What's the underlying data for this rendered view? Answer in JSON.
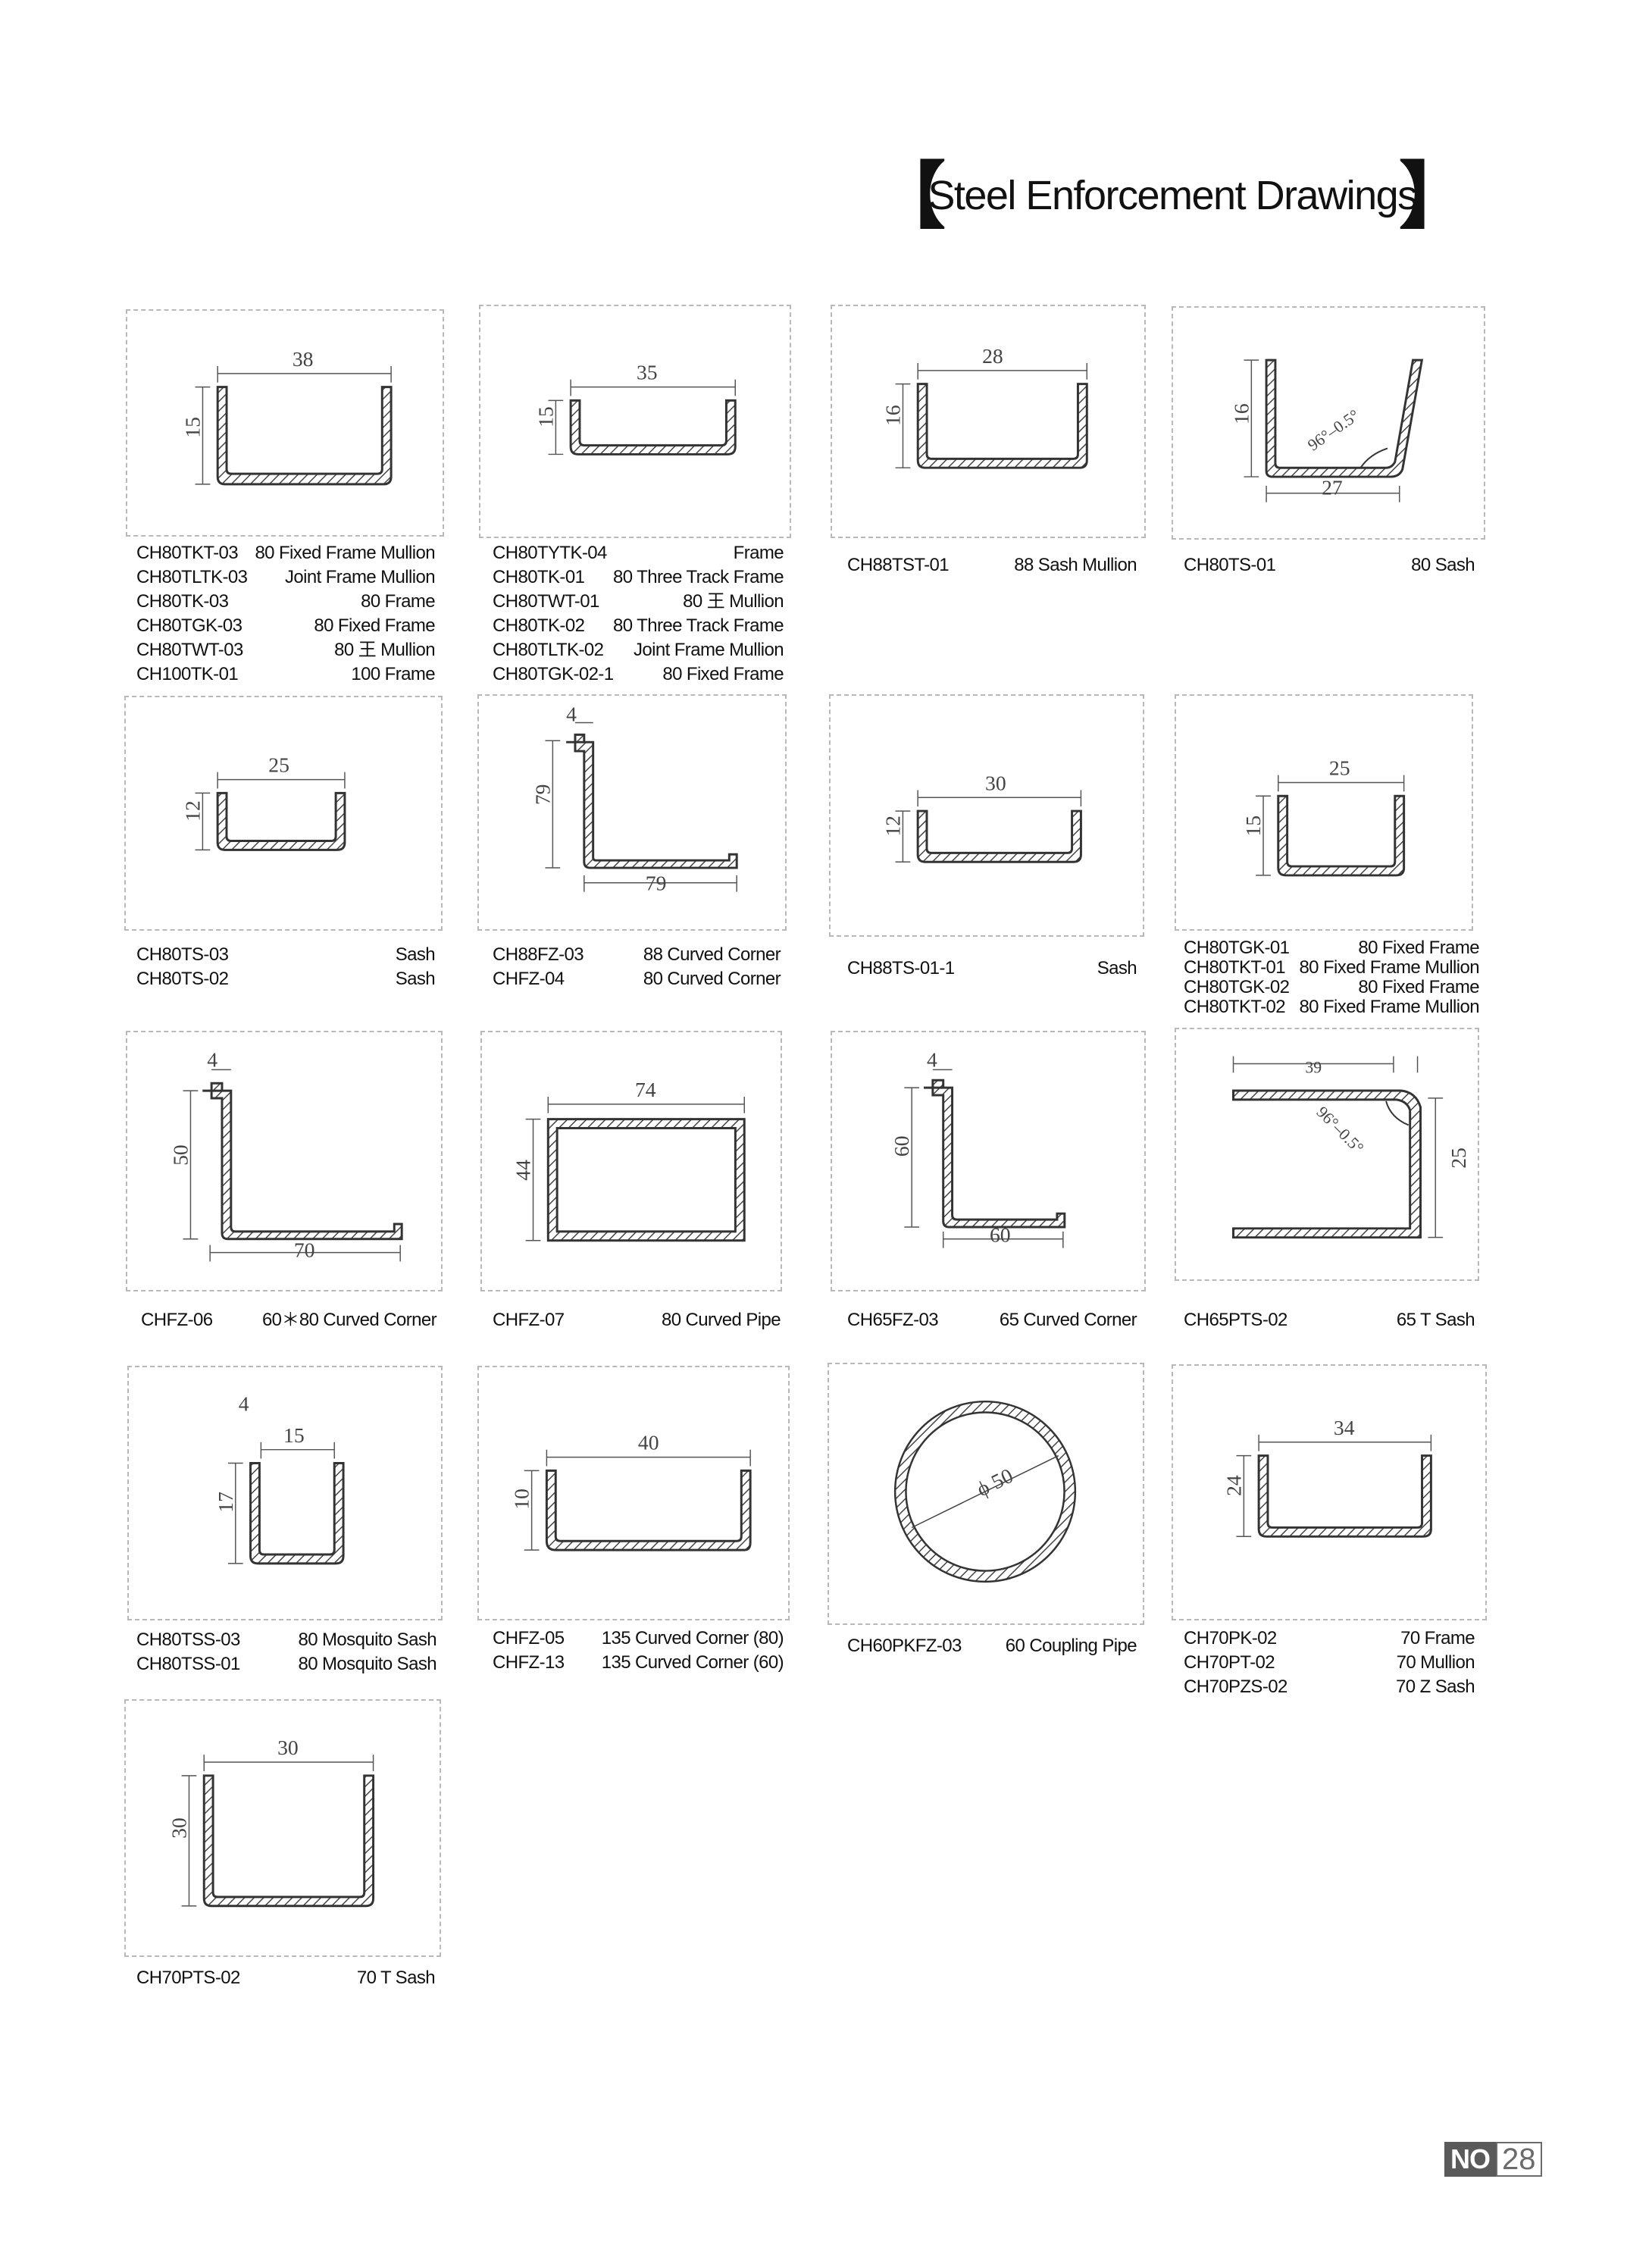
{
  "title": "Steel Enforcement Drawings",
  "page": {
    "no_label": "NO",
    "number": "28"
  },
  "cells": [
    {
      "id": "c1",
      "dims": [
        "38",
        "15"
      ],
      "parts": [
        {
          "code": "CH80TKT-03",
          "desc": "80 Fixed Frame Mullion"
        },
        {
          "code": "CH80TLTK-03",
          "desc": "Joint Frame Mullion"
        },
        {
          "code": "CH80TK-03",
          "desc": "80 Frame"
        },
        {
          "code": "CH80TGK-03",
          "desc": "80 Fixed Frame"
        },
        {
          "code": "CH80TWT-03",
          "desc": "80 王 Mullion"
        },
        {
          "code": "CH100TK-01",
          "desc": "100 Frame"
        }
      ]
    },
    {
      "id": "c2",
      "dims": [
        "35",
        "15"
      ],
      "parts": [
        {
          "code": "CH80TYTK-04",
          "desc": "Frame"
        },
        {
          "code": "CH80TK-01",
          "desc": "80 Three Track Frame"
        },
        {
          "code": "CH80TWT-01",
          "desc": "80 王 Mullion"
        },
        {
          "code": "CH80TK-02",
          "desc": "80 Three Track Frame"
        },
        {
          "code": "CH80TLTK-02",
          "desc": "Joint Frame Mullion"
        },
        {
          "code": "CH80TGK-02-1",
          "desc": "80 Fixed Frame"
        }
      ]
    },
    {
      "id": "c3",
      "dims": [
        "28",
        "16"
      ],
      "parts": [
        {
          "code": "CH88TST-01",
          "desc": "88 Sash Mullion"
        }
      ]
    },
    {
      "id": "c4",
      "dims": [
        "16",
        "27",
        "96°–0.5°"
      ],
      "parts": [
        {
          "code": "CH80TS-01",
          "desc": "80 Sash"
        }
      ]
    },
    {
      "id": "c5",
      "dims": [
        "25",
        "12"
      ],
      "parts": [
        {
          "code": "CH80TS-03",
          "desc": "Sash"
        },
        {
          "code": "CH80TS-02",
          "desc": "Sash"
        }
      ]
    },
    {
      "id": "c6",
      "dims": [
        "4",
        "79",
        "79"
      ],
      "parts": [
        {
          "code": "CH88FZ-03",
          "desc": "88 Curved Corner"
        },
        {
          "code": "CHFZ-04",
          "desc": "80 Curved Corner"
        }
      ]
    },
    {
      "id": "c7",
      "dims": [
        "30",
        "12"
      ],
      "parts": [
        {
          "code": "CH88TS-01-1",
          "desc": "Sash"
        }
      ]
    },
    {
      "id": "c8",
      "dims": [
        "25",
        "15"
      ],
      "parts": [
        {
          "code": "CH80TGK-01",
          "desc": "80 Fixed Frame"
        },
        {
          "code": "CH80TKT-01",
          "desc": "80 Fixed Frame Mullion"
        },
        {
          "code": "CH80TGK-02",
          "desc": "80 Fixed Frame"
        },
        {
          "code": "CH80TKT-02",
          "desc": "80 Fixed Frame Mullion"
        }
      ]
    },
    {
      "id": "c9",
      "dims": [
        "4",
        "50",
        "70"
      ],
      "parts": [
        {
          "code": "CHFZ-06",
          "desc": "60＊80 Curved Corner"
        }
      ]
    },
    {
      "id": "c10",
      "dims": [
        "74",
        "44"
      ],
      "parts": [
        {
          "code": "CHFZ-07",
          "desc": "80 Curved Pipe"
        }
      ]
    },
    {
      "id": "c11",
      "dims": [
        "4",
        "60",
        "60"
      ],
      "parts": [
        {
          "code": "CH65FZ-03",
          "desc": "65 Curved Corner"
        }
      ]
    },
    {
      "id": "c12",
      "dims": [
        "39",
        "96°–0.5°",
        "25"
      ],
      "parts": [
        {
          "code": "CH65PTS-02",
          "desc": "65 T Sash"
        }
      ]
    },
    {
      "id": "c13",
      "dims": [
        "4",
        "15",
        "17"
      ],
      "parts": [
        {
          "code": "CH80TSS-03",
          "desc": "80 Mosquito Sash"
        },
        {
          "code": "CH80TSS-01",
          "desc": "80 Mosquito Sash"
        }
      ]
    },
    {
      "id": "c14",
      "dims": [
        "40",
        "10"
      ],
      "parts": [
        {
          "code": "CHFZ-05",
          "desc": "135 Curved Corner (80)"
        },
        {
          "code": "CHFZ-13",
          "desc": "135 Curved Corner (60)"
        }
      ]
    },
    {
      "id": "c15",
      "dims": [
        "ϕ 50"
      ],
      "parts": [
        {
          "code": "CH60PKFZ-03",
          "desc": "60 Coupling Pipe"
        }
      ]
    },
    {
      "id": "c16",
      "dims": [
        "34",
        "24"
      ],
      "parts": [
        {
          "code": "CH70PK-02",
          "desc": "70 Frame"
        },
        {
          "code": "CH70PT-02",
          "desc": "70 Mullion"
        },
        {
          "code": "CH70PZS-02",
          "desc": "70 Z Sash"
        }
      ]
    },
    {
      "id": "c17",
      "dims": [
        "30",
        "30"
      ],
      "parts": [
        {
          "code": "CH70PTS-02",
          "desc": "70 T Sash"
        }
      ]
    }
  ]
}
